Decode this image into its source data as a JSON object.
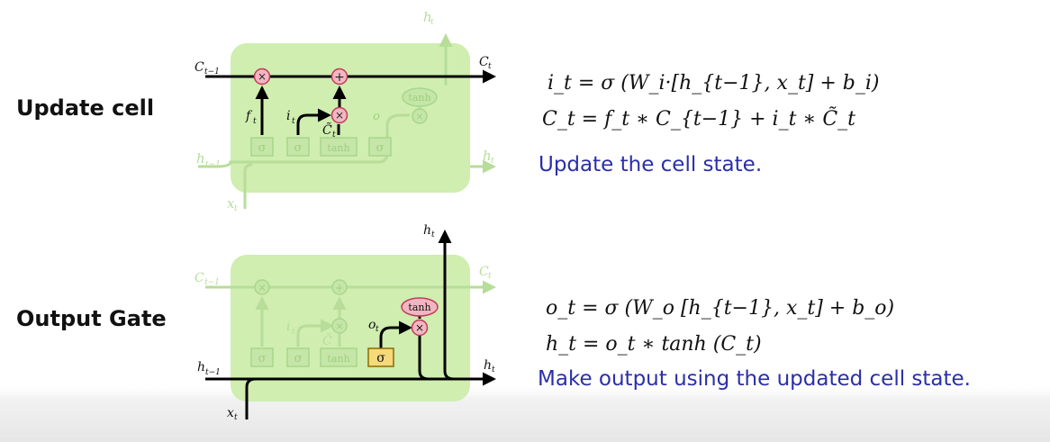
{
  "update_section": {
    "title": "Update cell",
    "eq1": "i_t = σ (W_i·[h_{t−1}, x_t]  +  b_i)",
    "eq2": "C_t = f_t ∗ C_{t−1} + i_t ∗ C̃_t",
    "caption": "Update the cell state."
  },
  "output_section": {
    "title": "Output Gate",
    "eq1": "o_t = σ (W_o  [h_{t−1}, x_t]  +  b_o)",
    "eq2": "h_t = o_t ∗ tanh (C_t)",
    "caption": "Make output using the updated cell state."
  },
  "diagram_labels": {
    "c_prev": "C",
    "c_prev_sub": "t−1",
    "c_t": "C",
    "c_t_sub": "t",
    "h_prev": "h",
    "h_prev_sub": "t−1",
    "h_t": "h",
    "h_t_sub": "t",
    "x_t": "x",
    "x_t_sub": "t",
    "f_t": "f",
    "i_t": "i",
    "o_t": "o",
    "c_tilde": "C̃",
    "t_sub": "t",
    "sigma": "σ",
    "tanh": "tanh",
    "times": "×",
    "plus": "+"
  },
  "colors": {
    "cell_fill": "#cfeeb0",
    "faded": "#b7dd99",
    "op_node": "#f2b6c2",
    "gate_active": "#f5d97b",
    "caption": "#2b2fa8"
  }
}
